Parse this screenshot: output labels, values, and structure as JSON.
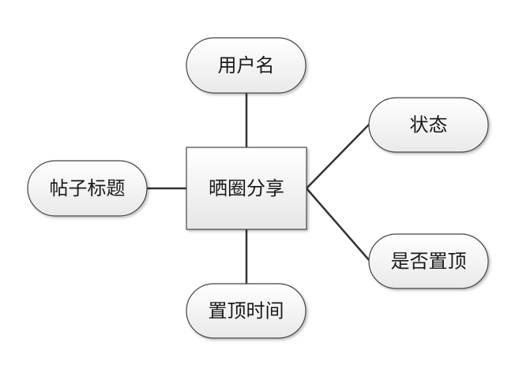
{
  "diagram": {
    "type": "er-attribute-diagram",
    "entity": {
      "id": "entity",
      "label": "晒圈分享"
    },
    "attributes": [
      {
        "id": "attr-username",
        "label": "用户名"
      },
      {
        "id": "attr-status",
        "label": "状态"
      },
      {
        "id": "attr-post-title",
        "label": "帖子标题"
      },
      {
        "id": "attr-is-pinned",
        "label": "是否置顶"
      },
      {
        "id": "attr-pin-time",
        "label": "置顶时间"
      }
    ],
    "connections": [
      {
        "from": "entity",
        "to": "attr-username"
      },
      {
        "from": "entity",
        "to": "attr-status"
      },
      {
        "from": "entity",
        "to": "attr-post-title"
      },
      {
        "from": "entity",
        "to": "attr-is-pinned"
      },
      {
        "from": "entity",
        "to": "attr-pin-time"
      }
    ]
  }
}
